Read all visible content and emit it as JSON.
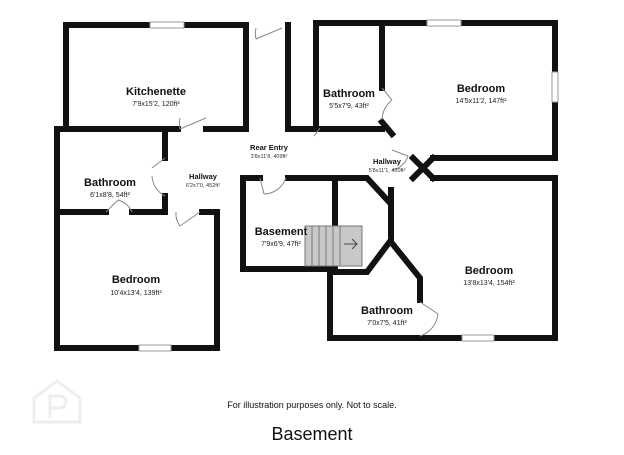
{
  "rooms": [
    {
      "id": "kitchenette",
      "name": "Kitchenette",
      "size": "7'9x15'2, 120ft²"
    },
    {
      "id": "bathroom-top",
      "name": "Bathroom",
      "size": "5'5x7'9, 43ft²"
    },
    {
      "id": "bedroom-top-right",
      "name": "Bedroom",
      "size": "14'5x11'2, 147ft²"
    },
    {
      "id": "rear-entry",
      "name": "Rear Entry",
      "size": "3'8x11'8, 409ft²"
    },
    {
      "id": "hallway-left",
      "name": "Hallway",
      "size": "6'2x7'0, 452ft²"
    },
    {
      "id": "hallway-right",
      "name": "Hallway",
      "size": "5'8x11'1, 420ft²"
    },
    {
      "id": "bathroom-left",
      "name": "Bathroom",
      "size": "6'1x8'8, 54ft²"
    },
    {
      "id": "basement",
      "name": "Basement",
      "size": "7'9x6'9, 47ft²"
    },
    {
      "id": "bedroom-right",
      "name": "Bedroom",
      "size": "13'8x13'4, 154ft²"
    },
    {
      "id": "bedroom-left",
      "name": "Bedroom",
      "size": "10'4x13'4, 139ft²"
    },
    {
      "id": "bathroom-bottom",
      "name": "Bathroom",
      "size": "7'0x7'5, 41ft²"
    }
  ],
  "disclaimer": "For illustration purposes only. Not to scale.",
  "floor_title": "Basement",
  "logo_icon": "property-pal-watermark-icon"
}
